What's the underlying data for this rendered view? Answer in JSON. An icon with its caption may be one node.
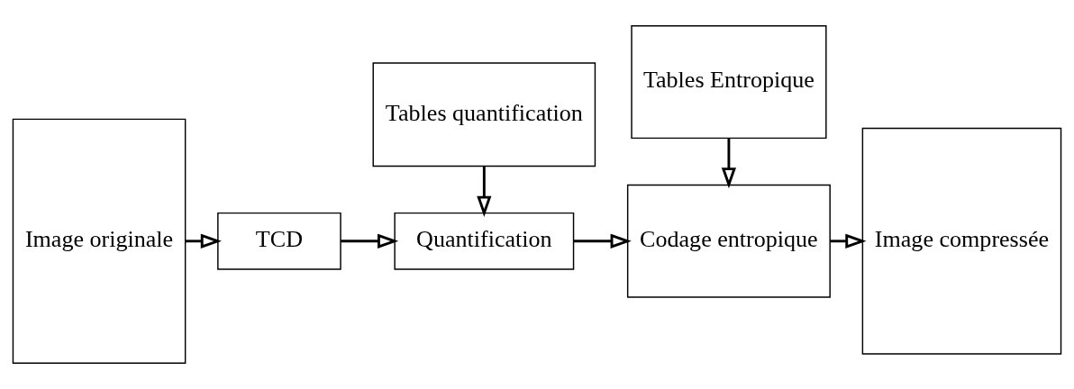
{
  "diagram": {
    "nodes": [
      {
        "text": [
          "Image originale"
        ]
      },
      {
        "text": [
          "TCD"
        ]
      },
      {
        "text": [
          "Quantification"
        ]
      },
      {
        "text": [
          "Codage entropique"
        ]
      },
      {
        "text": [
          "Image compressée"
        ]
      },
      {
        "text": [
          "Tables quantification"
        ]
      },
      {
        "text": [
          "Tables Entropique"
        ]
      }
    ],
    "edges": [
      {
        "from": 0,
        "to": 1,
        "arrow": "to"
      },
      {
        "from": 1,
        "to": 2,
        "arrow": "to"
      },
      {
        "from": 2,
        "to": 3,
        "arrow": "to"
      },
      {
        "from": 3,
        "to": 4,
        "arrow": "to"
      },
      {
        "from": 5,
        "to": 2,
        "arrow": "to"
      },
      {
        "from": 6,
        "to": 3,
        "arrow": "to"
      }
    ]
  }
}
